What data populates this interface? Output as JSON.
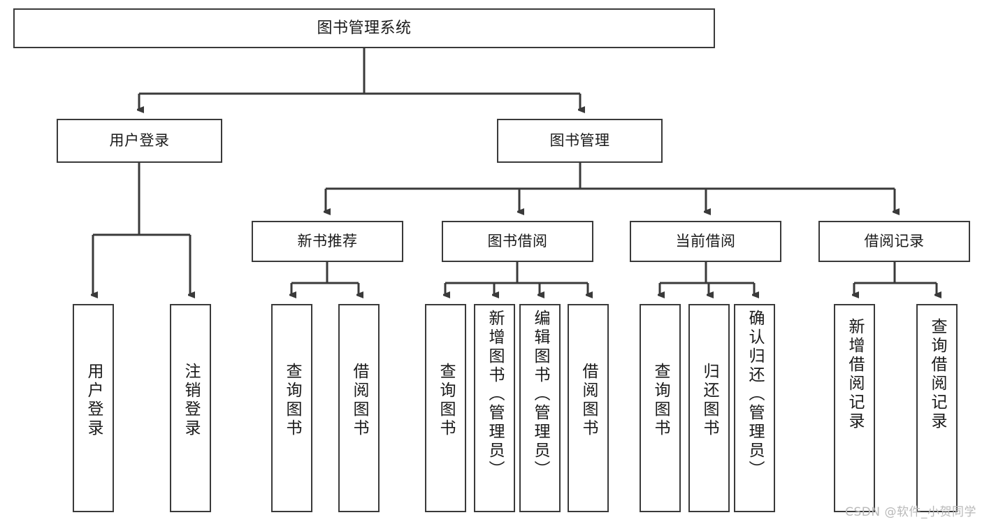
{
  "diagram": {
    "title": "图书管理系统",
    "type": "hierarchy-tree",
    "colors": {
      "box_border": "#3a3a3a",
      "box_fill": "#ffffff",
      "connector": "#3a3a3a",
      "text": "#1a1a1a",
      "watermark": "#b9b9b9"
    },
    "root": {
      "label": "图书管理系统"
    },
    "level2": [
      {
        "id": "user-login",
        "label": "用户登录"
      },
      {
        "id": "book-management",
        "label": "图书管理"
      }
    ],
    "level3": [
      {
        "id": "new-book-recommend",
        "label": "新书推荐"
      },
      {
        "id": "book-borrow",
        "label": "图书借阅"
      },
      {
        "id": "current-borrow",
        "label": "当前借阅"
      },
      {
        "id": "borrow-record",
        "label": "借阅记录"
      }
    ],
    "leaves": {
      "user_login": [
        {
          "id": "leaf-user-login",
          "label": "用户登录"
        },
        {
          "id": "leaf-logout-login",
          "label": "注销登录"
        }
      ],
      "new_book_recommend": [
        {
          "id": "leaf-query-book-1",
          "label": "查询图书"
        },
        {
          "id": "leaf-borrow-book-1",
          "label": "借阅图书"
        }
      ],
      "book_borrow": [
        {
          "id": "leaf-query-book-2",
          "label": "查询图书"
        },
        {
          "id": "leaf-add-book",
          "label": "新增图书（管理员）"
        },
        {
          "id": "leaf-edit-book",
          "label": "编辑图书（管理员）"
        },
        {
          "id": "leaf-borrow-book-2",
          "label": "借阅图书"
        }
      ],
      "current_borrow": [
        {
          "id": "leaf-query-book-3",
          "label": "查询图书"
        },
        {
          "id": "leaf-return-book",
          "label": "归还图书"
        },
        {
          "id": "leaf-confirm-return",
          "label": "确认归还（管理员）"
        }
      ],
      "borrow_record": [
        {
          "id": "leaf-add-record",
          "label": "新增借阅记录"
        },
        {
          "id": "leaf-query-record",
          "label": "查询借阅记录"
        }
      ]
    }
  },
  "watermark": {
    "text": "CSDN @软件_小贺同学"
  }
}
